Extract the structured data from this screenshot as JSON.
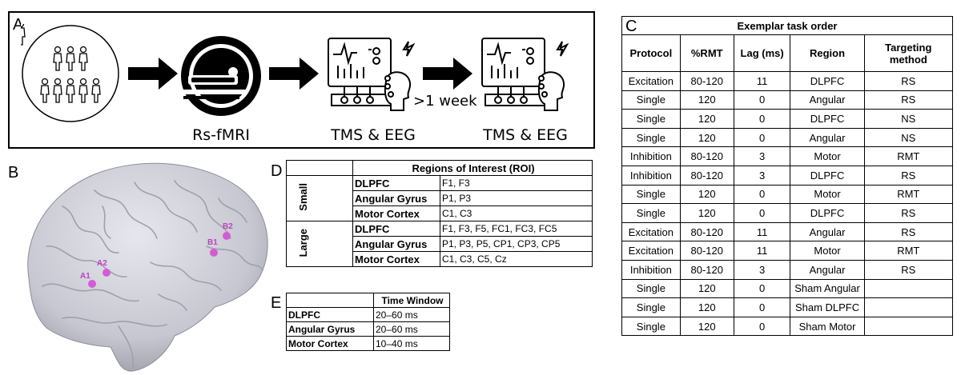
{
  "panels": {
    "a": "A",
    "b": "B",
    "c": "C",
    "d": "D",
    "e": "E"
  },
  "panel_a": {
    "stage_labels": [
      "Rs-fMRI",
      "TMS & EEG",
      "TMS & EEG"
    ],
    "interval_label": ">1 week",
    "icons": [
      "participants-group-icon",
      "mri-scanner-icon",
      "tms-eeg-monitor-icon",
      "tms-eeg-monitor-icon"
    ]
  },
  "panel_b": {
    "targets": [
      {
        "label": "A1",
        "color": "#d65ad6"
      },
      {
        "label": "A2",
        "color": "#d65ad6"
      },
      {
        "label": "B1",
        "color": "#d65ad6"
      },
      {
        "label": "B2",
        "color": "#d65ad6"
      }
    ]
  },
  "panel_c": {
    "title": "Exemplar task order",
    "headers": [
      "Protocol",
      "%RMT",
      "Lag (ms)",
      "Region",
      "Targeting method"
    ],
    "rows": [
      [
        "Excitation",
        "80-120",
        "11",
        "DLPFC",
        "RS"
      ],
      [
        "Single",
        "120",
        "0",
        "Angular",
        "RS"
      ],
      [
        "Single",
        "120",
        "0",
        "DLPFC",
        "NS"
      ],
      [
        "Single",
        "120",
        "0",
        "Angular",
        "NS"
      ],
      [
        "Inhibition",
        "80-120",
        "3",
        "Motor",
        "RMT"
      ],
      [
        "Inhibition",
        "80-120",
        "3",
        "DLPFC",
        "RS"
      ],
      [
        "Single",
        "120",
        "0",
        "Motor",
        "RMT"
      ],
      [
        "Single",
        "120",
        "0",
        "DLPFC",
        "RS"
      ],
      [
        "Excitation",
        "80-120",
        "11",
        "Angular",
        "RS"
      ],
      [
        "Excitation",
        "80-120",
        "11",
        "Motor",
        "RMT"
      ],
      [
        "Inhibition",
        "80-120",
        "3",
        "Angular",
        "RS"
      ],
      [
        "Single",
        "120",
        "0",
        "Sham Angular",
        ""
      ],
      [
        "Single",
        "120",
        "0",
        "Sham DLPFC",
        ""
      ],
      [
        "Single",
        "120",
        "0",
        "Sham Motor",
        ""
      ]
    ]
  },
  "panel_d": {
    "title": "Regions of Interest (ROI)",
    "groups": [
      {
        "size": "Small",
        "rows": [
          {
            "region": "DLPFC",
            "channels": "F1, F3"
          },
          {
            "region": "Angular Gyrus",
            "channels": "P1, P3"
          },
          {
            "region": "Motor Cortex",
            "channels": "C1, C3"
          }
        ]
      },
      {
        "size": "Large",
        "rows": [
          {
            "region": "DLPFC",
            "channels": "F1, F3, F5, FC1, FC3, FC5"
          },
          {
            "region": "Angular Gyrus",
            "channels": "P1, P3, P5, CP1, CP3, CP5"
          },
          {
            "region": "Motor Cortex",
            "channels": "C1, C3, C5, Cz"
          }
        ]
      }
    ]
  },
  "panel_e": {
    "title": "Time Window",
    "rows": [
      {
        "region": "DLPFC",
        "window": "20–60 ms"
      },
      {
        "region": "Angular Gyrus",
        "window": "20–60 ms"
      },
      {
        "region": "Motor Cortex",
        "window": "10–40 ms"
      }
    ]
  }
}
